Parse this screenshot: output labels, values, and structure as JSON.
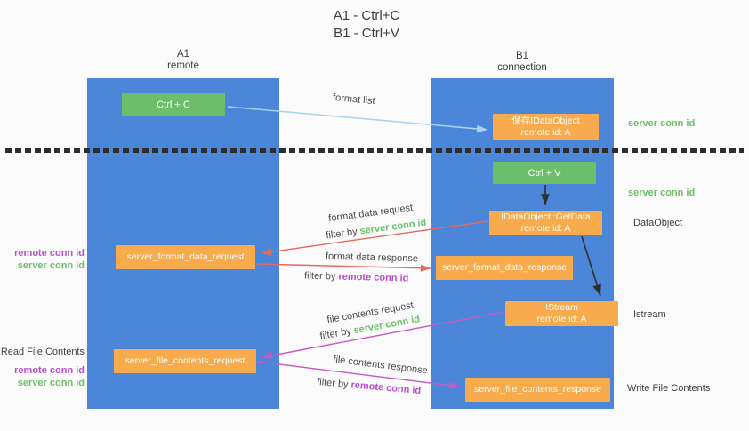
{
  "title": {
    "line1": "A1 - Ctrl+C",
    "line2": "B1 - Ctrl+V"
  },
  "columns": {
    "left": {
      "id": "A1",
      "subtitle": "remote"
    },
    "right": {
      "id": "B1",
      "subtitle": "connection"
    }
  },
  "nodes": {
    "ctrl_c": {
      "label": "Ctrl + C"
    },
    "save_dataobject": {
      "line1": "保存IDataObject",
      "line2": "remote id: A"
    },
    "ctrl_v": {
      "label": "Ctrl + V"
    },
    "getdata": {
      "line1": "IDataObject::GetData",
      "line2": "remote id: A"
    },
    "format_request": {
      "label": "server_format_data_request"
    },
    "format_response": {
      "label": "server_format_data_response"
    },
    "istream": {
      "line1": "IStream",
      "line2": "remote id: A"
    },
    "file_request": {
      "label": "server_file_contents_request"
    },
    "file_response": {
      "label": "server_file_contents_response"
    }
  },
  "side_labels": {
    "server_conn_id_top_right": "server conn id",
    "server_conn_id_mid_right": "server conn id",
    "dataobject": "DataObject",
    "istream": "Istream",
    "write_file_contents": "Write File Contents",
    "remote_conn_id_left_top": "remote conn id",
    "server_conn_id_left_top": "server conn id",
    "read_file_contents": "Read File Contents",
    "remote_conn_id_left_bottom": "remote conn id",
    "server_conn_id_left_bottom": "server conn id"
  },
  "arrow_labels": {
    "format_list": "format list",
    "format_data_request": "format data request",
    "format_data_response": "format data response",
    "file_contents_request": "file contents request",
    "file_contents_response": "file contents response",
    "filter_by": "filter by",
    "server_conn_id": "server conn id",
    "remote_conn_id": "remote conn id"
  },
  "colors": {
    "column_blue": "#4b86d8",
    "node_green": "#6dbe6b",
    "node_orange": "#f8ab4c",
    "text_green": "#6abf69",
    "text_purple": "#b74ecb",
    "arrow_lightblue": "#a9d2ee",
    "arrow_red": "#e8695c",
    "arrow_magenta": "#c55cc5",
    "arrow_black": "#2f2f2f"
  }
}
